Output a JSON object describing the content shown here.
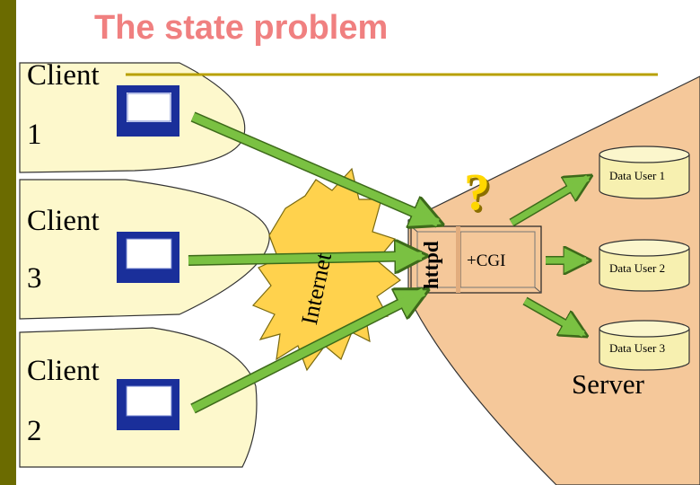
{
  "title": "The state problem",
  "clients": [
    {
      "label": "Client",
      "number": "1"
    },
    {
      "label": "Client",
      "number": "3"
    },
    {
      "label": "Client",
      "number": "2"
    }
  ],
  "internet_label": "Internet",
  "httpd_label": "httpd",
  "cgi_label": "+CGI",
  "question_mark": "?",
  "data_stores": [
    "Data User 1",
    "Data User 2",
    "Data User 3"
  ],
  "server_label": "Server",
  "colors": {
    "title": "#f08080",
    "sidebar": "#6b6b00",
    "client_region": "#fdf8cc",
    "server_region": "#f5c89a",
    "internet_burst": "#ffd24d",
    "arrow": "#7ac142",
    "monitor": "#1a2f9a",
    "cylinder": "#f7f0b0"
  }
}
